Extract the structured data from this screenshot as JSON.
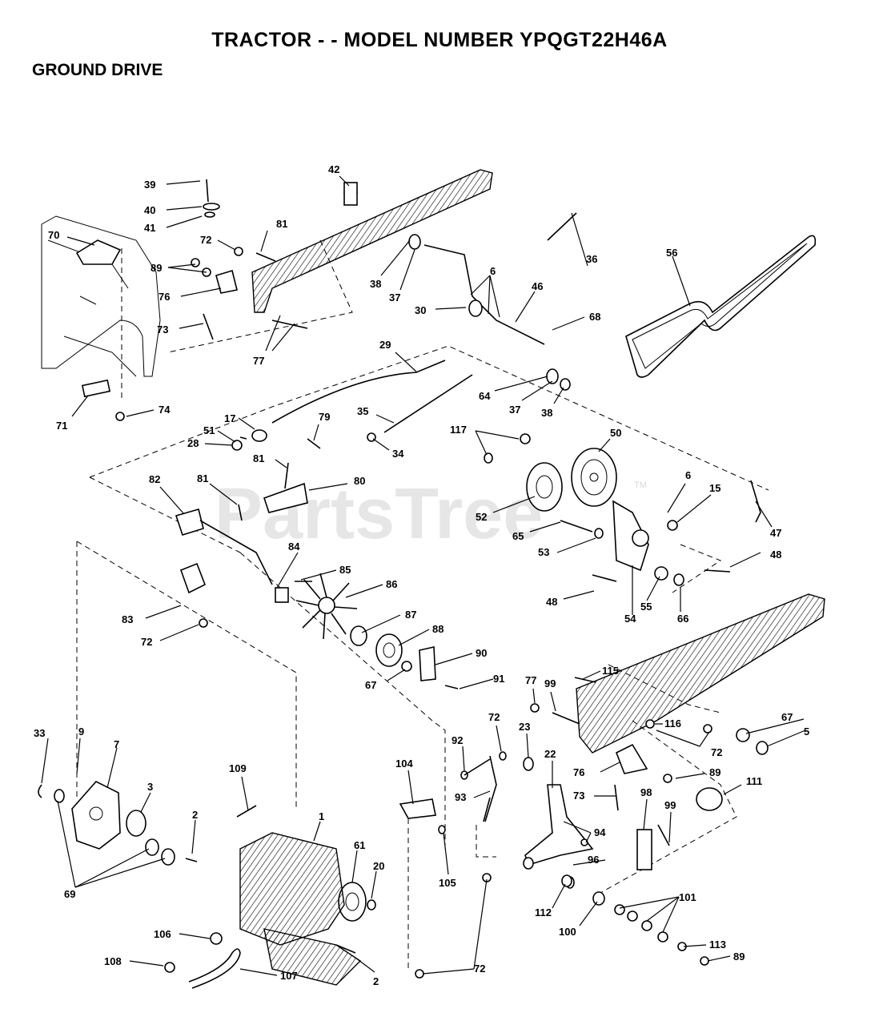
{
  "header": {
    "title": "TRACTOR - - MODEL NUMBER YPQGT22H46A",
    "subtitle": "GROUND DRIVE"
  },
  "watermark": {
    "text": "PartsTree",
    "trademark": "TM"
  },
  "part_labels": {
    "p39": "39",
    "p40": "40",
    "p41": "41",
    "p42": "42",
    "p70": "70",
    "p72a": "72",
    "p81a": "81",
    "p89a": "89",
    "p76a": "76",
    "p73a": "73",
    "p77a": "77",
    "p38a": "38",
    "p37a": "37",
    "p30": "30",
    "p6a": "6",
    "p46": "46",
    "p36": "36",
    "p68": "68",
    "p56": "56",
    "p29": "29",
    "p64": "64",
    "p37b": "37",
    "p38b": "38",
    "p71": "71",
    "p74": "74",
    "p17": "17",
    "p79": "79",
    "p51": "51",
    "p28": "28",
    "p35": "35",
    "p34": "34",
    "p117": "117",
    "p50": "50",
    "p81b": "81",
    "p82": "82",
    "p81c": "81",
    "p80": "80",
    "p6b": "6",
    "p15": "15",
    "p47": "47",
    "p52": "52",
    "p65": "65",
    "p53": "53",
    "p48a": "48",
    "p84": "84",
    "p85": "85",
    "p86": "86",
    "p48b": "48",
    "p55": "55",
    "p54": "54",
    "p66": "66",
    "p83": "83",
    "p72b": "72",
    "p87": "87",
    "p88": "88",
    "p90": "90",
    "p67a": "67",
    "p91": "91",
    "p115": "115",
    "p77b": "77",
    "p99a": "99",
    "p116": "116",
    "p67b": "67",
    "p5": "5",
    "p72c": "72",
    "p33": "33",
    "p9": "9",
    "p7": "7",
    "p3": "3",
    "p109": "109",
    "p2a": "2",
    "p1": "1",
    "p61": "61",
    "p20": "20",
    "p69": "69",
    "p106": "106",
    "p108": "108",
    "p107": "107",
    "p2b": "2",
    "p92": "92",
    "p72d": "72",
    "p104": "104",
    "p93": "93",
    "p105": "105",
    "p23": "23",
    "p22": "22",
    "p76b": "76",
    "p89b": "89",
    "p111": "111",
    "p73b": "73",
    "p98": "98",
    "p99b": "99",
    "p94": "94",
    "p96": "96",
    "p112": "112",
    "p100": "100",
    "p101": "101",
    "p113": "113",
    "p89c": "89",
    "p72e": "72"
  }
}
